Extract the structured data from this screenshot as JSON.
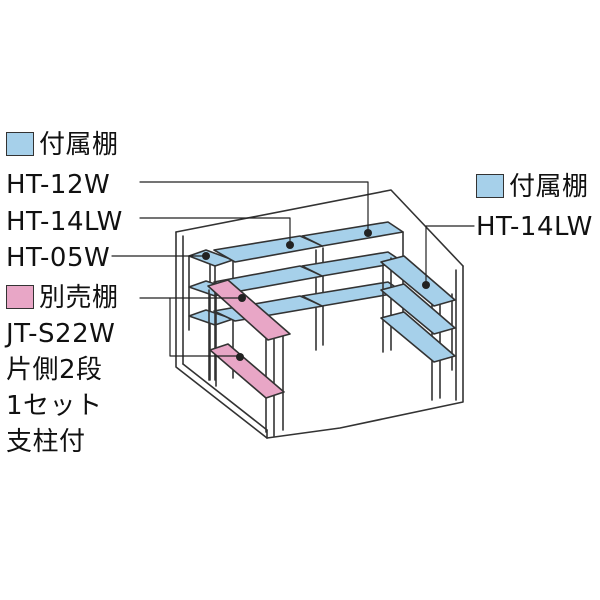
{
  "colors": {
    "attached_shelf": "#a6d0ea",
    "separate_shelf": "#e8a6c6",
    "frame": "#333333"
  },
  "left_legend": {
    "attached_title": "付属棚",
    "items": [
      "HT-12W",
      "HT-14LW",
      "HT-05W"
    ],
    "separate_title": "別売棚",
    "separate_lines": [
      "JT-S22W",
      "片側2段",
      "1セット",
      "支柱付"
    ]
  },
  "right_legend": {
    "attached_title": "付属棚",
    "item": "HT-14LW"
  }
}
